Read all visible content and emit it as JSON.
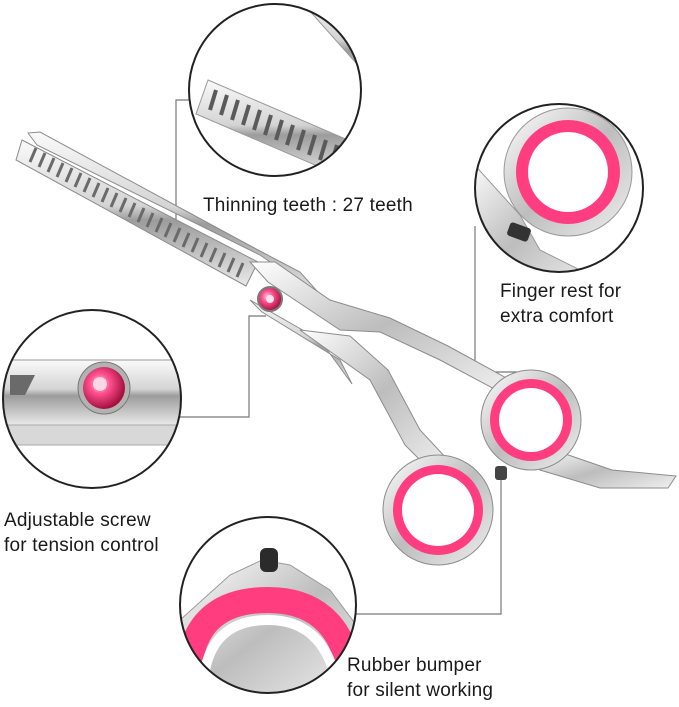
{
  "callouts": {
    "teeth": {
      "line1": "Thinning teeth : 27 teeth"
    },
    "finger_rest": {
      "line1": "Finger rest for",
      "line2": "extra comfort"
    },
    "screw": {
      "line1": "Adjustable screw",
      "line2": "for tension control"
    },
    "bumper": {
      "line1": "Rubber bumper",
      "line2": "for silent working"
    }
  },
  "colors": {
    "ring_pink": "#ff3d7f",
    "steel_light": "#f2f2f2",
    "steel_dark": "#8a8a8a",
    "circle_stroke": "#222222",
    "leader_line": "#777777"
  }
}
